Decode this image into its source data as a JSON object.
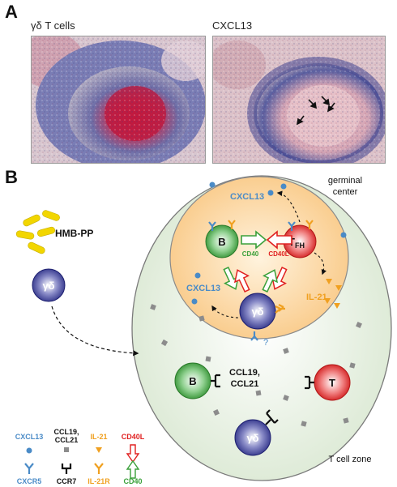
{
  "panel_a": {
    "label": "A",
    "left_caption": "γδ T cells",
    "right_caption": "CXCL13"
  },
  "panel_b": {
    "label": "B",
    "hmbpp": "HMB-PP",
    "gd": "γδ",
    "b": "B",
    "tfh_main": "T",
    "tfh_sub": "FH",
    "t": "T",
    "germinal_center_line1": "germinal",
    "germinal_center_line2": "center",
    "tcell_zone": "T cell zone",
    "cxcl13_top": "CXCL13",
    "cxcl13_left": "CXCL13",
    "il21": "IL-21",
    "cd40": "CD40",
    "cd40l": "CD40L",
    "question": "?",
    "ccl_line1": "CCL19,",
    "ccl_line2": "CCL21"
  },
  "legend": {
    "ligands": [
      "CXCL13",
      "CCL19,",
      "CCL21",
      "IL-21",
      "CD40L"
    ],
    "receptors": [
      "CXCR5",
      "CCR7",
      "IL-21R",
      "CD40"
    ]
  },
  "colors": {
    "blue_ligand": "#4a8bc7",
    "orange": "#f0a020",
    "green": "#3aa03a",
    "red": "#e02020",
    "gc_fill": "#fbd6a0",
    "tzone_fill": "#e6efe0"
  }
}
